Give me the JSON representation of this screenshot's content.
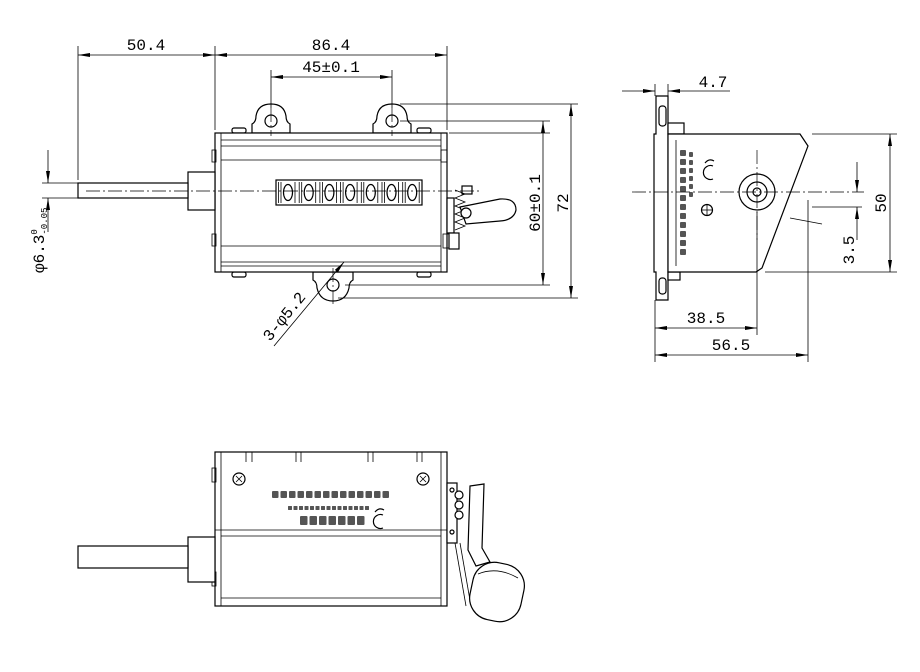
{
  "front_view": {
    "dim_left": "50.4",
    "dim_overall": "86.4",
    "dim_holes": "45±0.1",
    "dim_hole_vertical": "60±0.1",
    "dim_height": "72",
    "shaft_dia": "φ6.3",
    "shaft_tol_upper": "0",
    "shaft_tol_lower": "-0.05",
    "hole_callout": "3-φ5.2"
  },
  "side_view": {
    "dim_plate": "4.7",
    "dim_height": "50",
    "dim_offset": "3.5",
    "dim_shaft_pos": "38.5",
    "dim_depth": "56.5"
  },
  "colors": {
    "line": "#000000",
    "background": "#ffffff"
  }
}
